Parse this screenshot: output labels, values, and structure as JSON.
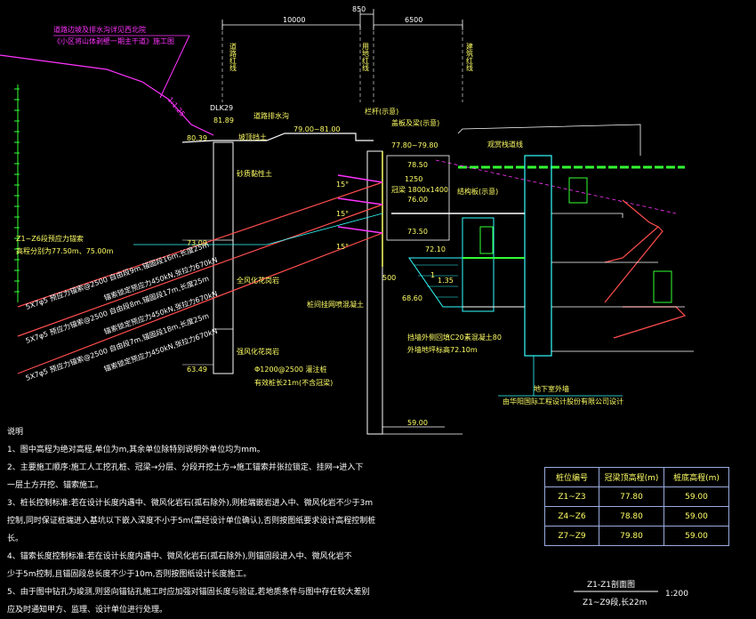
{
  "title": {
    "main": "Z1-Z1剖面图",
    "sub": "Z1~Z9段,长22m",
    "scale": "1:200"
  },
  "annotations": {
    "road_note_1": "道路边坡及排水沟详见西北院",
    "road_note_2": "《小区将山体剥壁一期主干道》施工图",
    "slope": "1:1.25",
    "dlk": "DLK29",
    "elev_top": "81.89",
    "elev_8039": "80.39",
    "road_drain": "道路排水沟",
    "elev_range_1": "79.00~81.00",
    "railing": "栏杆(示意)",
    "backfill_top": "坡顶挡土",
    "cover_plate": "盖板及梁(示意)",
    "elev_range_2": "77.80~79.80",
    "view_line": "观赏栈道线",
    "elev_7850": "78.50",
    "crown_beam": "冠梁 1800x1400",
    "beam_width": "1250",
    "structure_board": "结构板(示意)",
    "elev_7600": "76.00",
    "elev_7350": "73.50",
    "elev_7210": "72.10",
    "elev_6860": "68.60",
    "dim_500": "500",
    "dim_1": "1",
    "dim_135": "1.35",
    "gravel_soil": "砂质黏性土",
    "weathered_granite": "全风化花岗岩",
    "strong_weathered": "强风化花岗岩",
    "elev_7309": "73.09",
    "elev_6349": "63.49",
    "angle_1": "15°",
    "angle_2": "15°",
    "angle_3": "15°",
    "z_note_1": "Z1~Z6段预应力锚索",
    "z_note_2": "高程分别为77.50m、75.00m",
    "anchor_1a": "5X7φ5 预应力锚索@2500 自由段9m,锚固段16m,长度25m",
    "anchor_1b": "锚索锁定预应力450kN,张拉力670kN",
    "anchor_2a": "5X7φ5 预应力锚索@2500 自由段8m,锚固段17m,长度25m",
    "anchor_2b": "锚索锁定预应力450kN,张拉力670kN",
    "anchor_3a": "5X7φ5 预应力锚索@2500 自由段7m,锚固段18m,长度25m",
    "anchor_3b": "锚索锁定预应力450kN,张拉力670kN",
    "pile_desc_1": "Φ1200@2500 灌注桩",
    "pile_desc_2": "有效桩长21m(不含冠梁)",
    "shotcrete": "桩间挂网喷混凝土",
    "basement_outer": "挡墙外侧回填C20素混凝土80",
    "basement_elev": "外墙地坪标高72.10m",
    "basement_label": "地下室外墙",
    "design_note": "由华阳国际工程设计股份有限公司设计",
    "elev_5900": "59.00",
    "dim_10000": "10000",
    "dim_850": "850",
    "dim_6500": "6500",
    "vertical_labels": [
      "道路红线",
      "用地红线",
      "建筑红线"
    ]
  },
  "notes": {
    "heading": "说明",
    "items": [
      "1、图中高程为绝对高程,单位为m,其余单位除特别说明外单位均为mm。",
      "2、主要施工顺序:施工人工挖孔桩、冠梁→分层、分段开挖土方→施工锚索并张拉锁定、挂网→进入下",
      "一层土方开挖、锚索施工。",
      "3、桩长控制标准:若在设计长度内遇中、微风化岩石(孤石除外),则桩端嵌岩进入中、微风化岩不少于3m",
      "控制,同时保证桩端进入基坑以下嵌入深度不小于5m(需经设计单位确认),否则按图纸要求设计高程控制桩",
      "长。",
      "4、锚索长度控制标准:若在设计长度内遇中、微风化岩石(孤石除外),则锚固段进入中、微风化岩不",
      "少于5m控制,且锚固段总长度不少于10m,否则按图纸设计长度施工。",
      "5、由于图中钻孔为竣测,则竖向锚钻孔施工时应加强对锚固长度与验证,若地质条件与图中存在较大差别",
      "应及时通知甲方、监理、设计单位进行处理。"
    ]
  },
  "pile_table": {
    "headers": [
      "桩位编号",
      "冠梁顶高程(m)",
      "桩底高程(m)"
    ],
    "rows": [
      [
        "Z1~Z3",
        "77.80",
        "59.00"
      ],
      [
        "Z4~Z6",
        "78.80",
        "59.00"
      ],
      [
        "Z7~Z9",
        "79.80",
        "59.00"
      ]
    ]
  },
  "colors": {
    "background": "#000000",
    "anchor": "#ff4d4d",
    "elevation": "#ffff66",
    "dimension": "#ffffff",
    "magenta": "#ff33ff",
    "cyan": "#33ffff",
    "green": "#33ff33"
  }
}
